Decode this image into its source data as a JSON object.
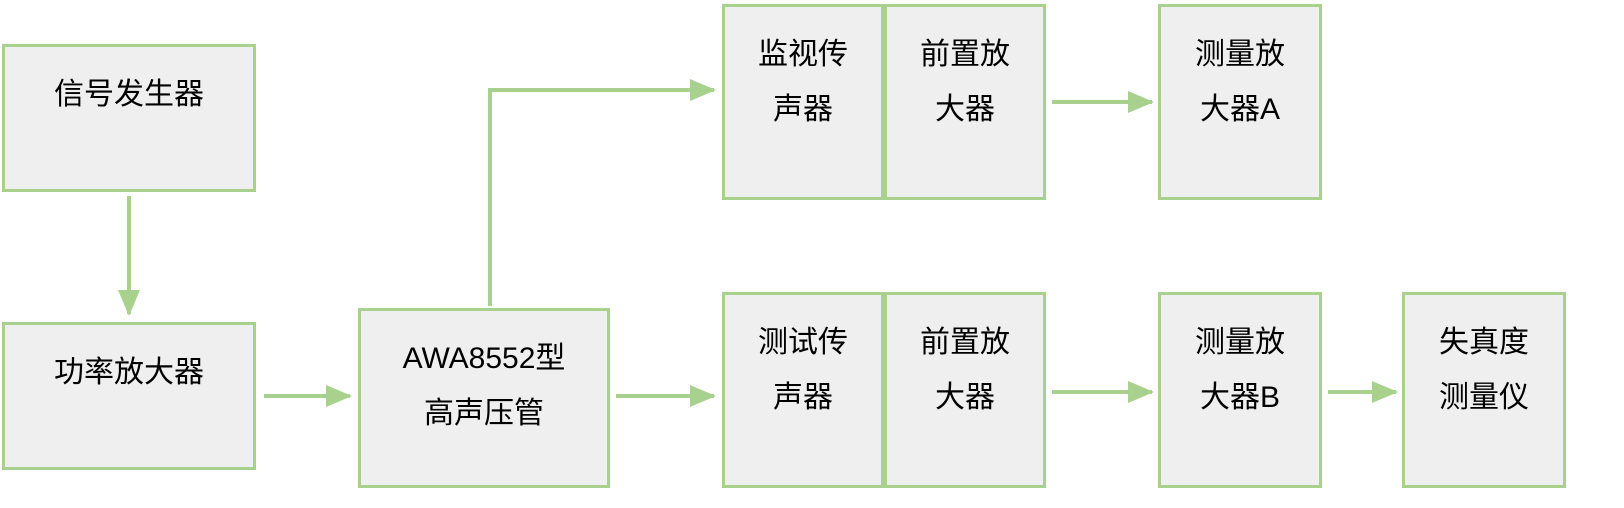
{
  "diagram": {
    "type": "flowchart",
    "description_colors": {
      "box_fill": "#efefef",
      "box_border": "#a9d18e",
      "arrow": "#a9d18e",
      "text": "#000000"
    }
  },
  "nodes": {
    "signal_generator": {
      "label": "信号发生器",
      "lines": [
        "信号发生器"
      ]
    },
    "power_amplifier": {
      "label": "功率放大器",
      "lines": [
        "功率放大器"
      ]
    },
    "awa8552_tube": {
      "label": "AWA8552型高声压管",
      "lines": [
        "AWA8552型",
        "高声压管"
      ]
    },
    "monitor_microphone": {
      "label": "监视传声器",
      "lines": [
        "监视传",
        "声器"
      ]
    },
    "preamp_top": {
      "label": "前置放大器",
      "lines": [
        "前置放",
        "大器"
      ]
    },
    "measuring_amplifier_a": {
      "label": "测量放大器A",
      "lines": [
        "测量放",
        "大器A"
      ]
    },
    "test_microphone": {
      "label": "测试传声器",
      "lines": [
        "测试传",
        "声器"
      ]
    },
    "preamp_bottom": {
      "label": "前置放大器",
      "lines": [
        "前置放",
        "大器"
      ]
    },
    "measuring_amplifier_b": {
      "label": "测量放大器B",
      "lines": [
        "测量放",
        "大器B"
      ]
    },
    "distortion_meter": {
      "label": "失真度测量仪",
      "lines": [
        "失真度",
        "测量仪"
      ]
    }
  },
  "edges": [
    {
      "from": "signal_generator",
      "to": "power_amplifier"
    },
    {
      "from": "power_amplifier",
      "to": "awa8552_tube"
    },
    {
      "from": "awa8552_tube",
      "to": "monitor_microphone"
    },
    {
      "from": "awa8552_tube",
      "to": "test_microphone"
    },
    {
      "from": "preamp_top",
      "to": "measuring_amplifier_a"
    },
    {
      "from": "preamp_bottom",
      "to": "measuring_amplifier_b"
    },
    {
      "from": "measuring_amplifier_b",
      "to": "distortion_meter"
    }
  ]
}
